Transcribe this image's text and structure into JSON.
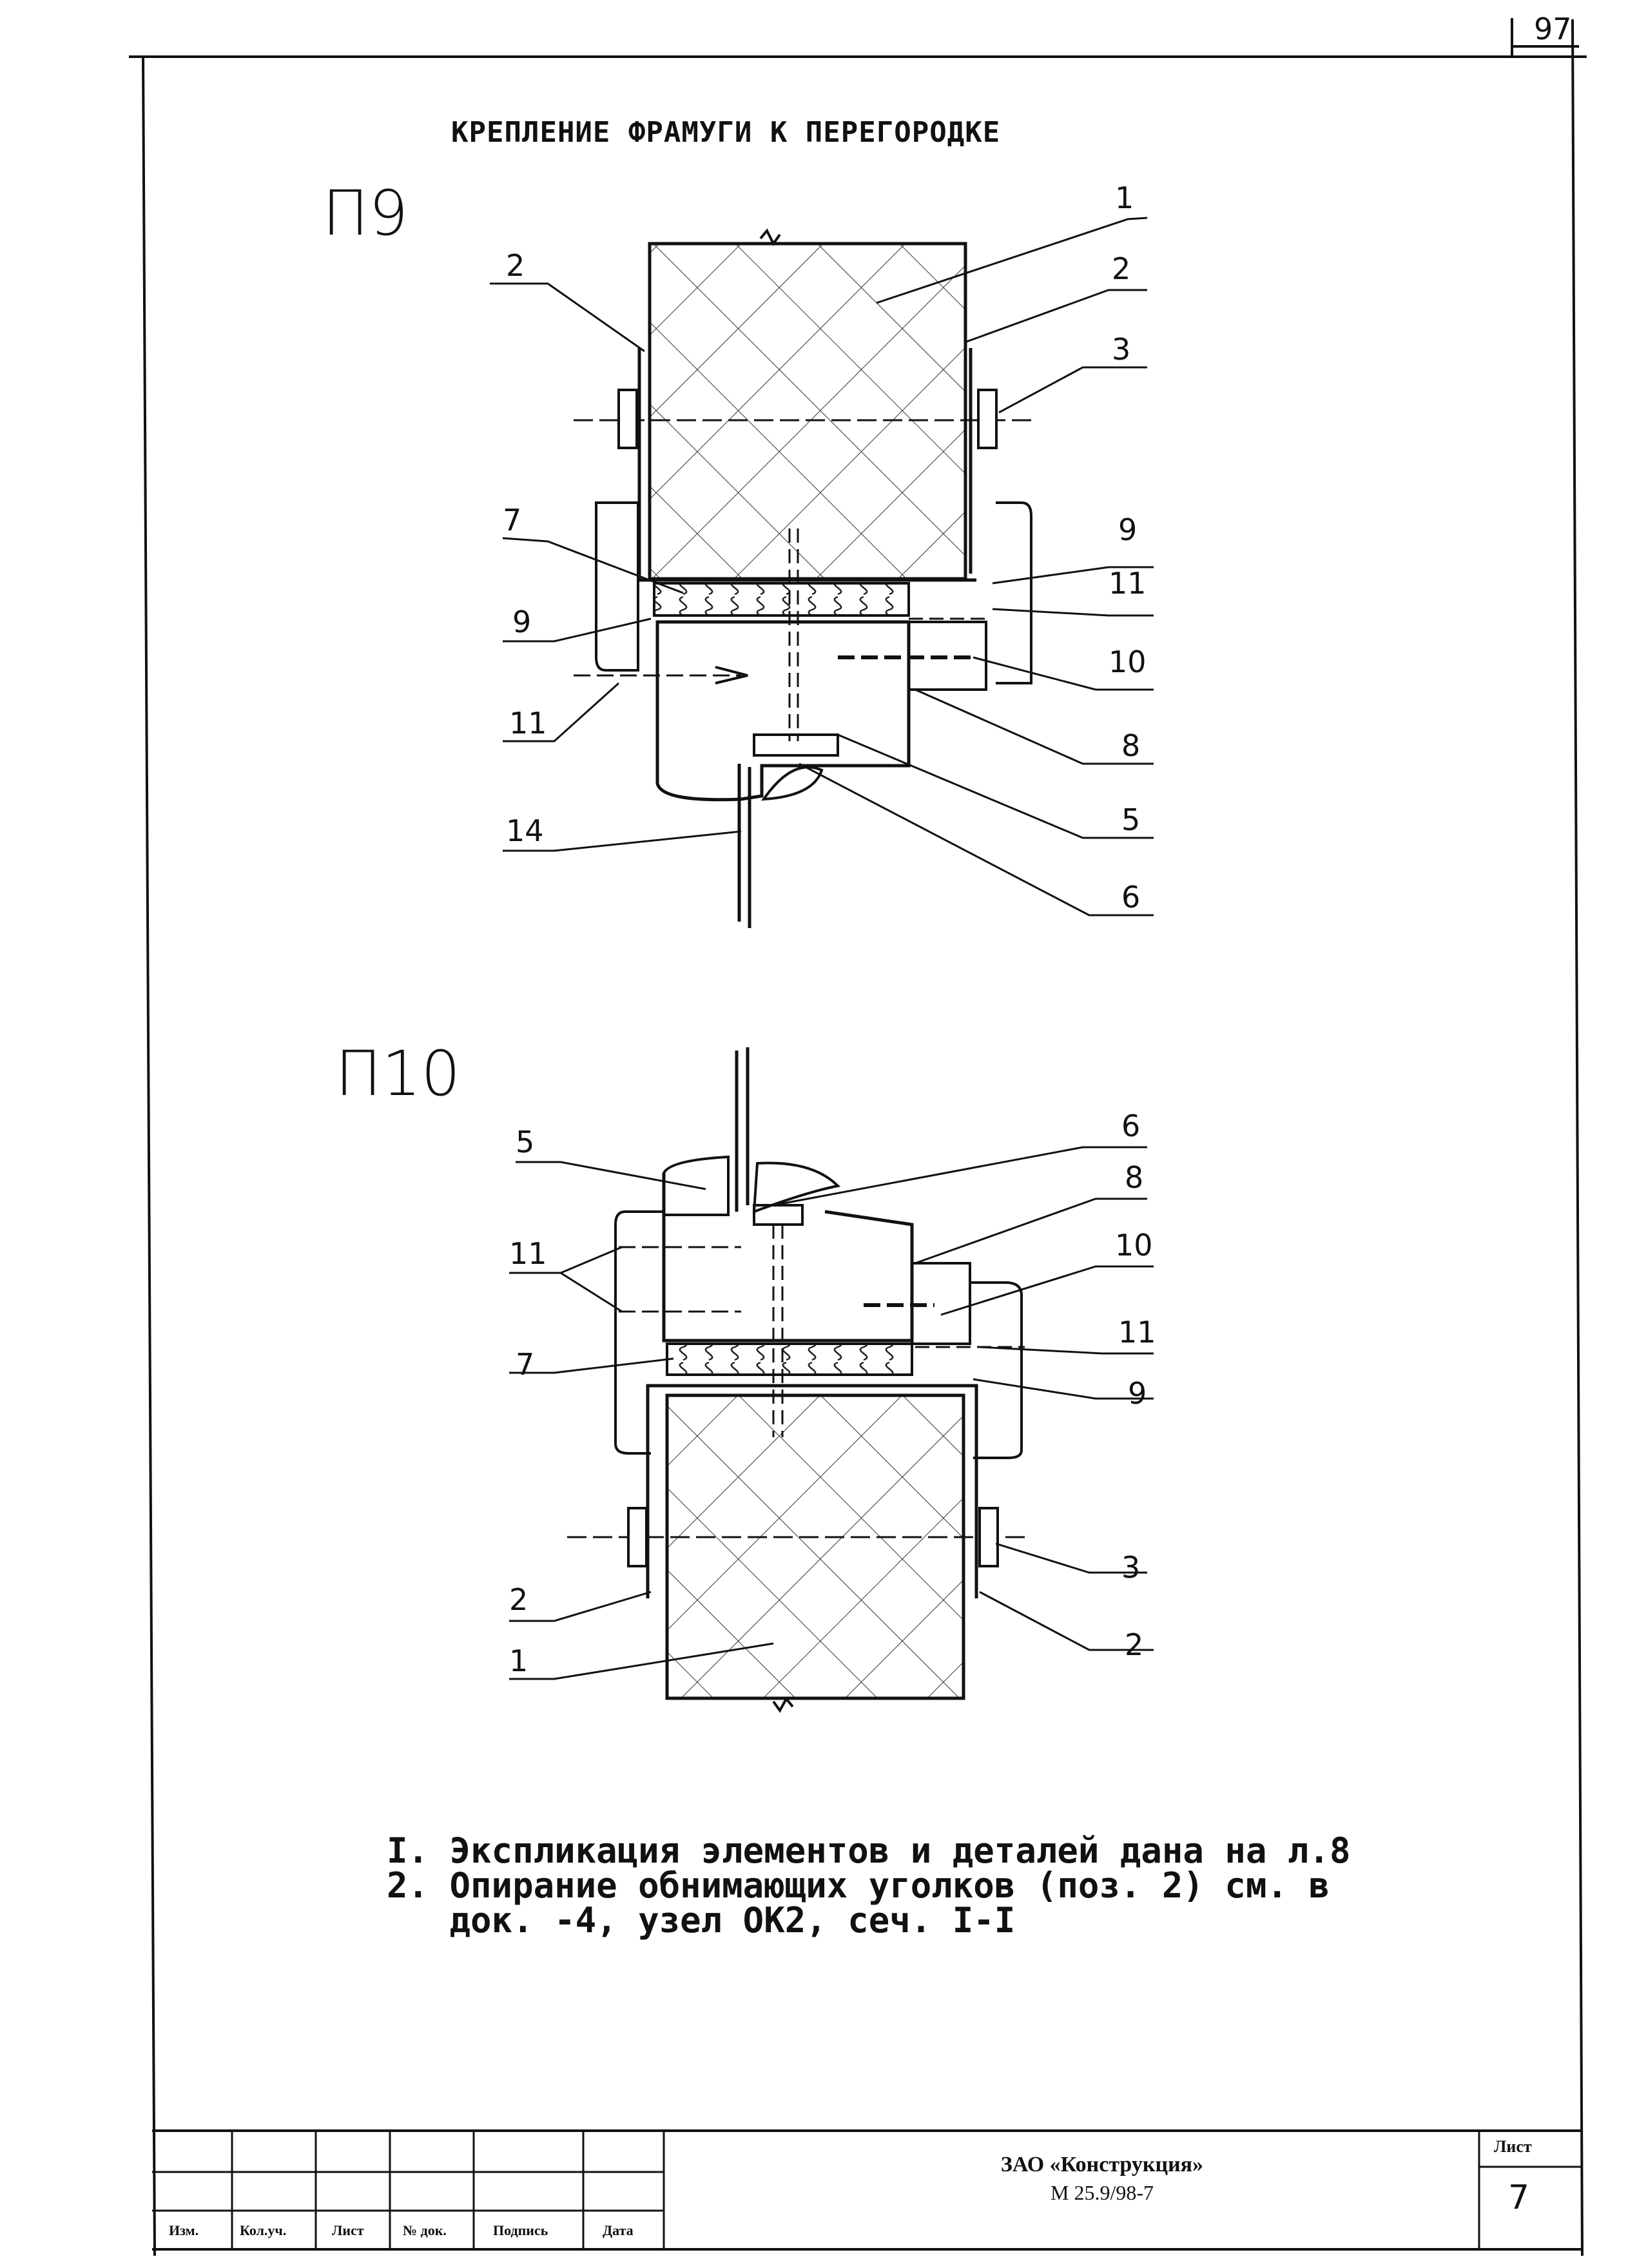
{
  "page_number": "97",
  "title": "КРЕПЛЕНИЕ ФРАМУГИ К ПЕРЕГОРОДКЕ",
  "details": [
    {
      "name": "П9",
      "callouts": [
        "1",
        "2",
        "2",
        "3",
        "7",
        "9",
        "9",
        "11",
        "11",
        "10",
        "8",
        "5",
        "14",
        "6"
      ]
    },
    {
      "name": "П10",
      "callouts": [
        "5",
        "6",
        "8",
        "10",
        "11",
        "11",
        "7",
        "9",
        "3",
        "2",
        "2",
        "1"
      ]
    }
  ],
  "notes": [
    "I. Экспликация элементов и деталей дана на л.8",
    "2. Опирание обнимающих уголков (поз. 2) см. в",
    "   док. -4, узел ОК2, сеч. I-I"
  ],
  "title_block": {
    "columns": [
      "Изм.",
      "Кол.уч.",
      "Лист",
      "№ док.",
      "Подпись",
      "Дата"
    ],
    "organization": "ЗАО «Конструкция»",
    "document": "М 25.9/98-7",
    "sheet_label": "Лист",
    "sheet_number": "7"
  }
}
